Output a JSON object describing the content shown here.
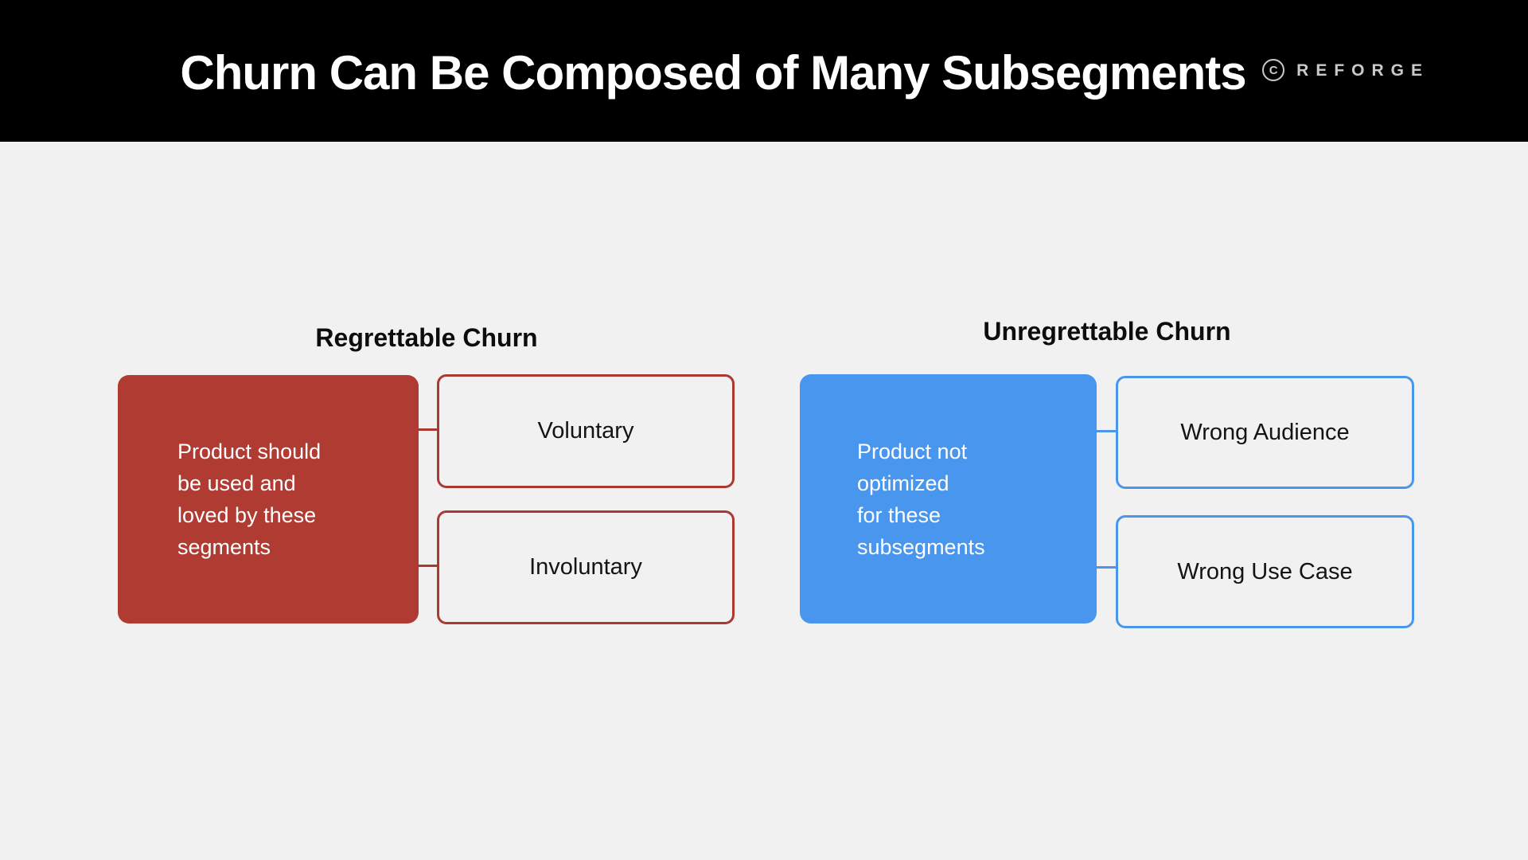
{
  "header": {
    "title": "Churn Can Be Composed of Many Subsegments",
    "logo_mark": "C",
    "logo_text": "REFORGE"
  },
  "diagram": {
    "groups": [
      {
        "id": "regrettable-churn",
        "heading": "Regrettable Churn",
        "root_text": "Product should be used and loved by these segments",
        "root_lines": [
          "Product should",
          "be used and",
          "loved by these",
          "segments"
        ],
        "children": [
          "Voluntary",
          "Involuntary"
        ],
        "fill_color": "#AF3B33",
        "line_color": "#A93931"
      },
      {
        "id": "unregrettable-churn",
        "heading": "Unregrettable Churn",
        "root_text": "Product not optimized for these subsegments",
        "root_lines": [
          "Product not",
          "optimized",
          "for these",
          "subsegments"
        ],
        "children": [
          "Wrong Audience",
          "Wrong Use Case"
        ],
        "fill_color": "#4896ED",
        "line_color": "#4A96EA"
      }
    ]
  },
  "colors": {
    "header_bg": "#000000",
    "page_bg": "#F1F1F1",
    "title_text": "#FFFFFF",
    "logo_text_color": "#C9C9C9",
    "heading_text": "#0D0D0D",
    "child_label_text": "#141414",
    "root_text_color": "#FFFFFF"
  }
}
